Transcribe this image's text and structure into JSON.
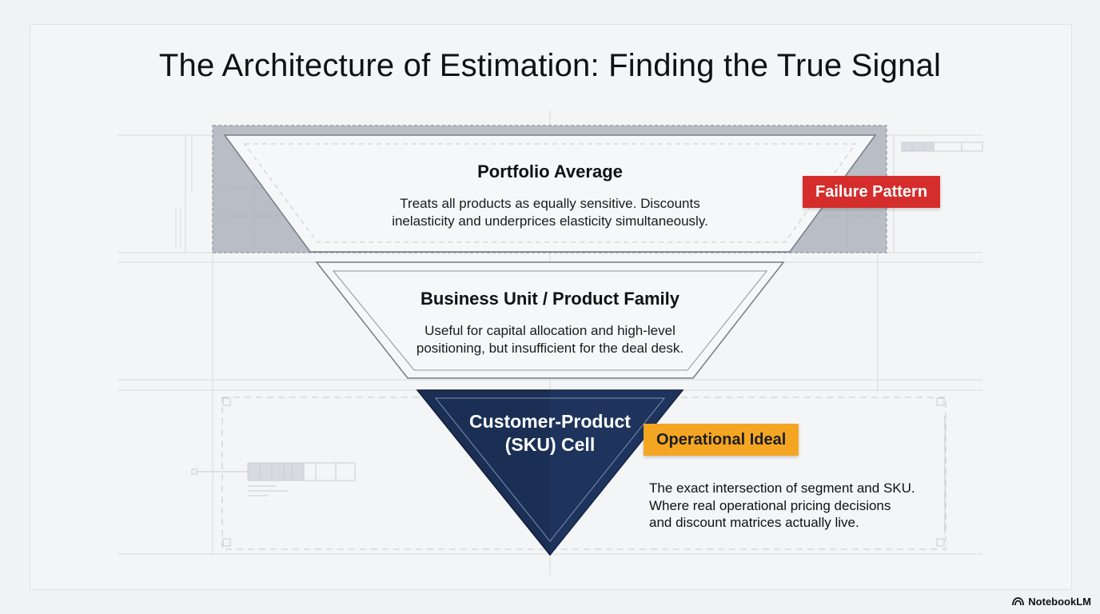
{
  "title": "The Architecture of Estimation: Finding the True Signal",
  "layers": [
    {
      "title": "Portfolio Average",
      "lines": [
        "Treats all products as equally sensitive. Discounts",
        "inelasticity and underprices elasticity simultaneously."
      ]
    },
    {
      "title": "Business Unit / Product Family",
      "lines": [
        "Useful for capital allocation and high-level",
        "positioning, but insufficient for the deal desk."
      ]
    },
    {
      "title_lines": [
        "Customer-Product",
        "(SKU) Cell"
      ]
    }
  ],
  "tags": {
    "failure": "Failure Pattern",
    "ideal": "Operational Ideal"
  },
  "ideal_description": [
    "The exact intersection of segment and SKU.",
    "Where real operational pricing decisions",
    "and discount matrices actually live."
  ],
  "brand": "NotebookLM",
  "colors": {
    "failure": "#d42d2b",
    "ideal": "#f4a623",
    "core": "#1b2f55",
    "highlight_box": "#b9bec6"
  }
}
